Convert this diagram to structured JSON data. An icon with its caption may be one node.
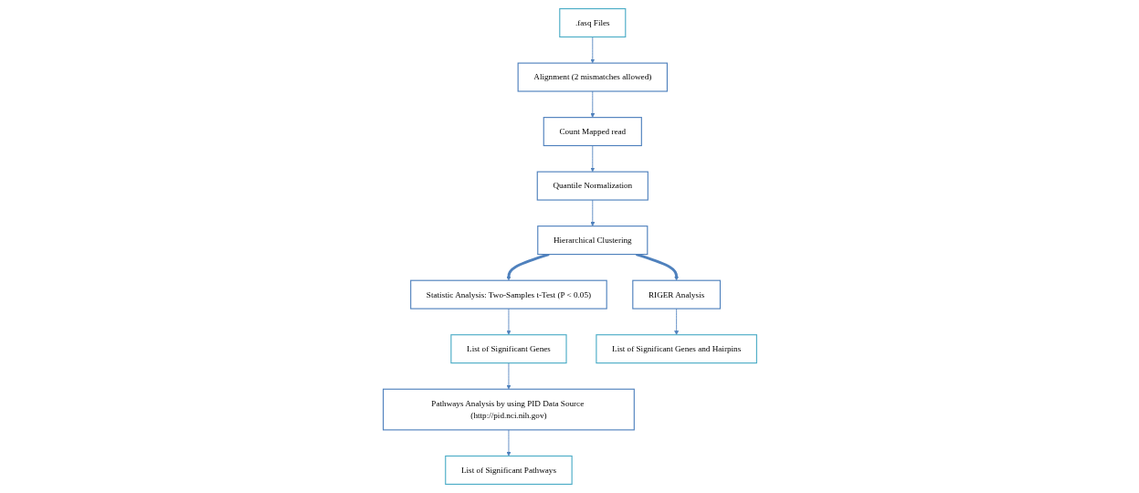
{
  "diagram": {
    "nodes": [
      {
        "text": [
          ".fasq Files"
        ]
      },
      {
        "text": [
          "Alignment (2 mismatches allowed)"
        ]
      },
      {
        "text": [
          "Count Mapped read"
        ]
      },
      {
        "text": [
          "Quantile Normalization"
        ]
      },
      {
        "text": [
          "Hierarchical Clustering"
        ]
      },
      {
        "text": [
          "List of Significant Pathways"
        ]
      },
      {
        "text": [
          "Pathways Analysis by using PID Data Source (http://pid.nci.nih.gov)"
        ]
      },
      {
        "text": [
          "List of Significant Genes"
        ]
      },
      {
        "text": [
          "Statistic Analysis: Two-Samples t-Test (P < 0.05)"
        ]
      },
      {
        "text": [
          "RIGER Analysis"
        ]
      },
      {
        "text": [
          "List of Significant Genes and Hairpins"
        ]
      }
    ],
    "edges": [
      {
        "from": 0,
        "to": 1,
        "arrow": "to"
      },
      {
        "from": 1,
        "to": 2,
        "arrow": "to"
      },
      {
        "from": 2,
        "to": 3,
        "arrow": "to"
      },
      {
        "from": 3,
        "to": 4,
        "arrow": "to"
      },
      {
        "from": 4,
        "to": 8,
        "arrow": "to",
        "style": "thick"
      },
      {
        "from": 4,
        "to": 9,
        "arrow": "to",
        "style": "thick"
      },
      {
        "from": 8,
        "to": 7,
        "arrow": "to"
      },
      {
        "from": 7,
        "to": 6,
        "arrow": "to"
      },
      {
        "from": 6,
        "to": 5,
        "arrow": "to"
      },
      {
        "from": 9,
        "to": 10,
        "arrow": "to"
      }
    ]
  }
}
